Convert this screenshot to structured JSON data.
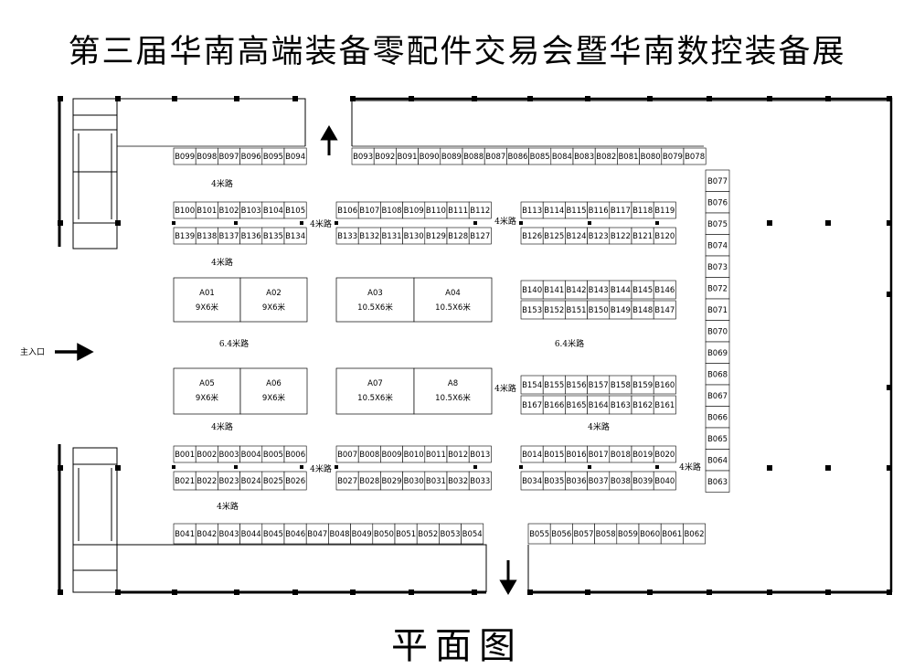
{
  "title": "第三届华南高端装备零配件交易会暨华南数控装备展",
  "subtitle": "平面图",
  "entrance_label": "主入口",
  "road_labels": {
    "r4": "4米路",
    "r64": "6.4米路"
  },
  "booth_rows": [
    [
      "B099",
      "B098",
      "B097",
      "B096",
      "B095",
      "B094"
    ],
    [
      "B093",
      "B092",
      "B091",
      "B090",
      "B089",
      "B088",
      "B087",
      "B086",
      "B085",
      "B084",
      "B083",
      "B082",
      "B081",
      "B080",
      "B079",
      "B078"
    ],
    [
      "B100",
      "B101",
      "B102",
      "B103",
      "B104",
      "B105"
    ],
    [
      "B106",
      "B107",
      "B108",
      "B109",
      "B110",
      "B111",
      "B112"
    ],
    [
      "B113",
      "B114",
      "B115",
      "B116",
      "B117",
      "B118",
      "B119"
    ],
    [
      "B139",
      "B138",
      "B137",
      "B136",
      "B135",
      "B134"
    ],
    [
      "B133",
      "B132",
      "B131",
      "B130",
      "B129",
      "B128",
      "B127"
    ],
    [
      "B126",
      "B125",
      "B124",
      "B123",
      "B122",
      "B121",
      "B120"
    ],
    [
      "B140",
      "B141",
      "B142",
      "B143",
      "B144",
      "B145",
      "B146"
    ],
    [
      "B153",
      "B152",
      "B151",
      "B150",
      "B149",
      "B148",
      "B147"
    ],
    [
      "B154",
      "B155",
      "B156",
      "B157",
      "B158",
      "B159",
      "B160"
    ],
    [
      "B167",
      "B166",
      "B165",
      "B164",
      "B163",
      "B162",
      "B161"
    ],
    [
      "B001",
      "B002",
      "B003",
      "B004",
      "B005",
      "B006"
    ],
    [
      "B007",
      "B008",
      "B009",
      "B010",
      "B011",
      "B012",
      "B013"
    ],
    [
      "B014",
      "B015",
      "B016",
      "B017",
      "B018",
      "B019",
      "B020"
    ],
    [
      "B021",
      "B022",
      "B023",
      "B024",
      "B025",
      "B026"
    ],
    [
      "B027",
      "B028",
      "B029",
      "B030",
      "B031",
      "B032",
      "B033"
    ],
    [
      "B034",
      "B035",
      "B036",
      "B037",
      "B038",
      "B039",
      "B040"
    ],
    [
      "B041",
      "B042",
      "B043",
      "B044",
      "B045",
      "B046",
      "B047",
      "B048",
      "B049",
      "B050",
      "B051",
      "B052",
      "B053",
      "B054"
    ],
    [
      "B055",
      "B056",
      "B057",
      "B058",
      "B059",
      "B060",
      "B061",
      "B062"
    ]
  ],
  "right_column": [
    "B077",
    "B076",
    "B075",
    "B074",
    "B073",
    "B072",
    "B071",
    "B070",
    "B069",
    "B068",
    "B067",
    "B066",
    "B065",
    "B064",
    "B063"
  ],
  "large_booths": [
    {
      "name": "A01",
      "size": "9X6米"
    },
    {
      "name": "A02",
      "size": "9X6米"
    },
    {
      "name": "A03",
      "size": "10.5X6米"
    },
    {
      "name": "A04",
      "size": "10.5X6米"
    },
    {
      "name": "A05",
      "size": "9X6米"
    },
    {
      "name": "A06",
      "size": "9X6米"
    },
    {
      "name": "A07",
      "size": "10.5X6米"
    },
    {
      "name": "A8",
      "size": "10.5X6米"
    }
  ]
}
